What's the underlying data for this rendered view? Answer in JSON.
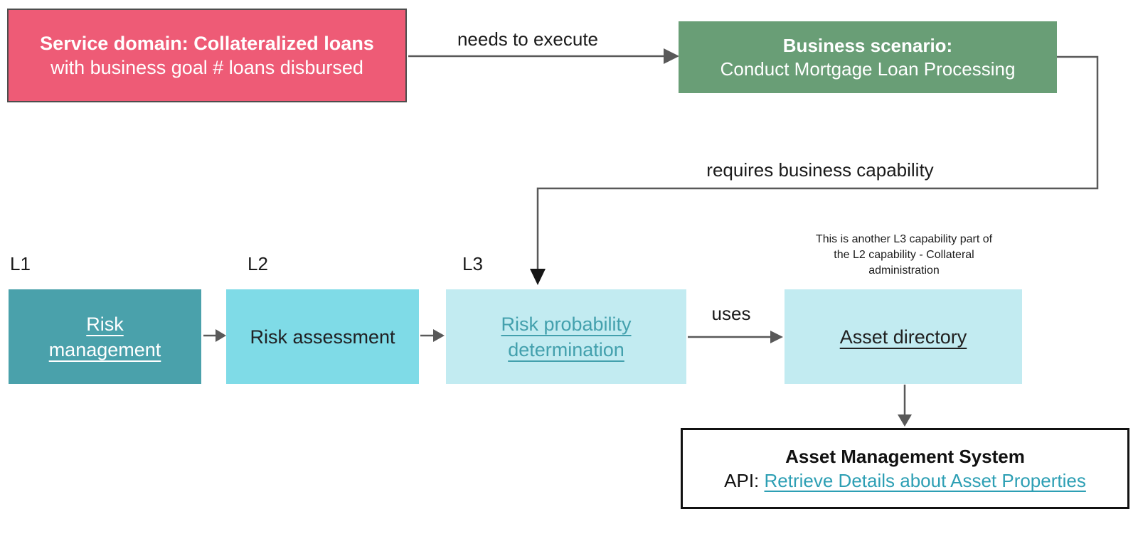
{
  "colors": {
    "service_domain_fill": "#ee5b76",
    "business_scenario_fill": "#699e76",
    "l1_fill": "#4aa1ab",
    "l2_fill": "#7fdbe7",
    "l3_fill": "#c2ebf1",
    "asset_directory_fill": "#c2ebf1",
    "capability_link_teal": "#43a0ad",
    "api_link_teal": "#2d9fb4",
    "connector_gray": "#595959",
    "capability_arrowhead_black": "#161616"
  },
  "service_domain": {
    "title": "Service domain: Collateralized loans",
    "subtitle": "with business goal # loans disbursed"
  },
  "business_scenario": {
    "title": "Business scenario:",
    "subtitle": "Conduct Mortgage Loan Processing"
  },
  "edge_labels": {
    "needs_to_execute": "needs to execute",
    "requires_business_capability": "requires business capability",
    "uses": "uses"
  },
  "level_labels": {
    "l1": "L1",
    "l2": "L2",
    "l3": "L3"
  },
  "capabilities": {
    "l1": "Risk management",
    "l2": "Risk assessment",
    "l3": "Risk probability determination",
    "asset_directory": "Asset directory"
  },
  "annotation": "This is another L3 capability part of the L2 capability - Collateral administration",
  "system": {
    "title": "Asset Management System",
    "api_label": "API:",
    "api_link": "Retrieve Details about Asset Properties"
  }
}
